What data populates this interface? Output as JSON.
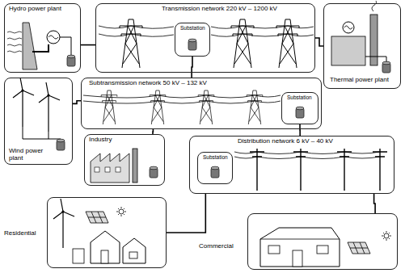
{
  "diagram": {
    "nodes": [
      {
        "text": [
          "Hydro power plant"
        ]
      },
      {
        "text": [
          "Transmission network 220 kV – 1200 kV"
        ]
      },
      {
        "text": [
          "Substation"
        ],
        "in": 1
      },
      {
        "text": [
          "Thermal power plant"
        ]
      },
      {
        "text": [
          "Subtransmission network 50 kV – 132 kV"
        ]
      },
      {
        "text": [
          "Substation"
        ],
        "in": 4
      },
      {
        "text": [
          "Wind power plant"
        ]
      },
      {
        "text": [
          "Industry"
        ]
      },
      {
        "text": [
          "Distribution network 6 kV – 40 kV"
        ]
      },
      {
        "text": [
          "Substation"
        ],
        "in": 8
      },
      {
        "text": [
          "Residential"
        ]
      },
      {
        "text": [
          "Commercial"
        ]
      }
    ],
    "edges": [
      {
        "from": 0,
        "to": 1,
        "arrow": "none"
      },
      {
        "from": 3,
        "to": 1,
        "arrow": "none"
      },
      {
        "from": 2,
        "to": 4,
        "arrow": "none"
      },
      {
        "from": 6,
        "to": 4,
        "arrow": "none"
      },
      {
        "from": 4,
        "to": 7,
        "arrow": "none"
      },
      {
        "from": 5,
        "to": 8,
        "arrow": "none"
      },
      {
        "from": 8,
        "to": 10,
        "arrow": "none"
      },
      {
        "from": 8,
        "to": 11,
        "arrow": "none"
      }
    ]
  }
}
